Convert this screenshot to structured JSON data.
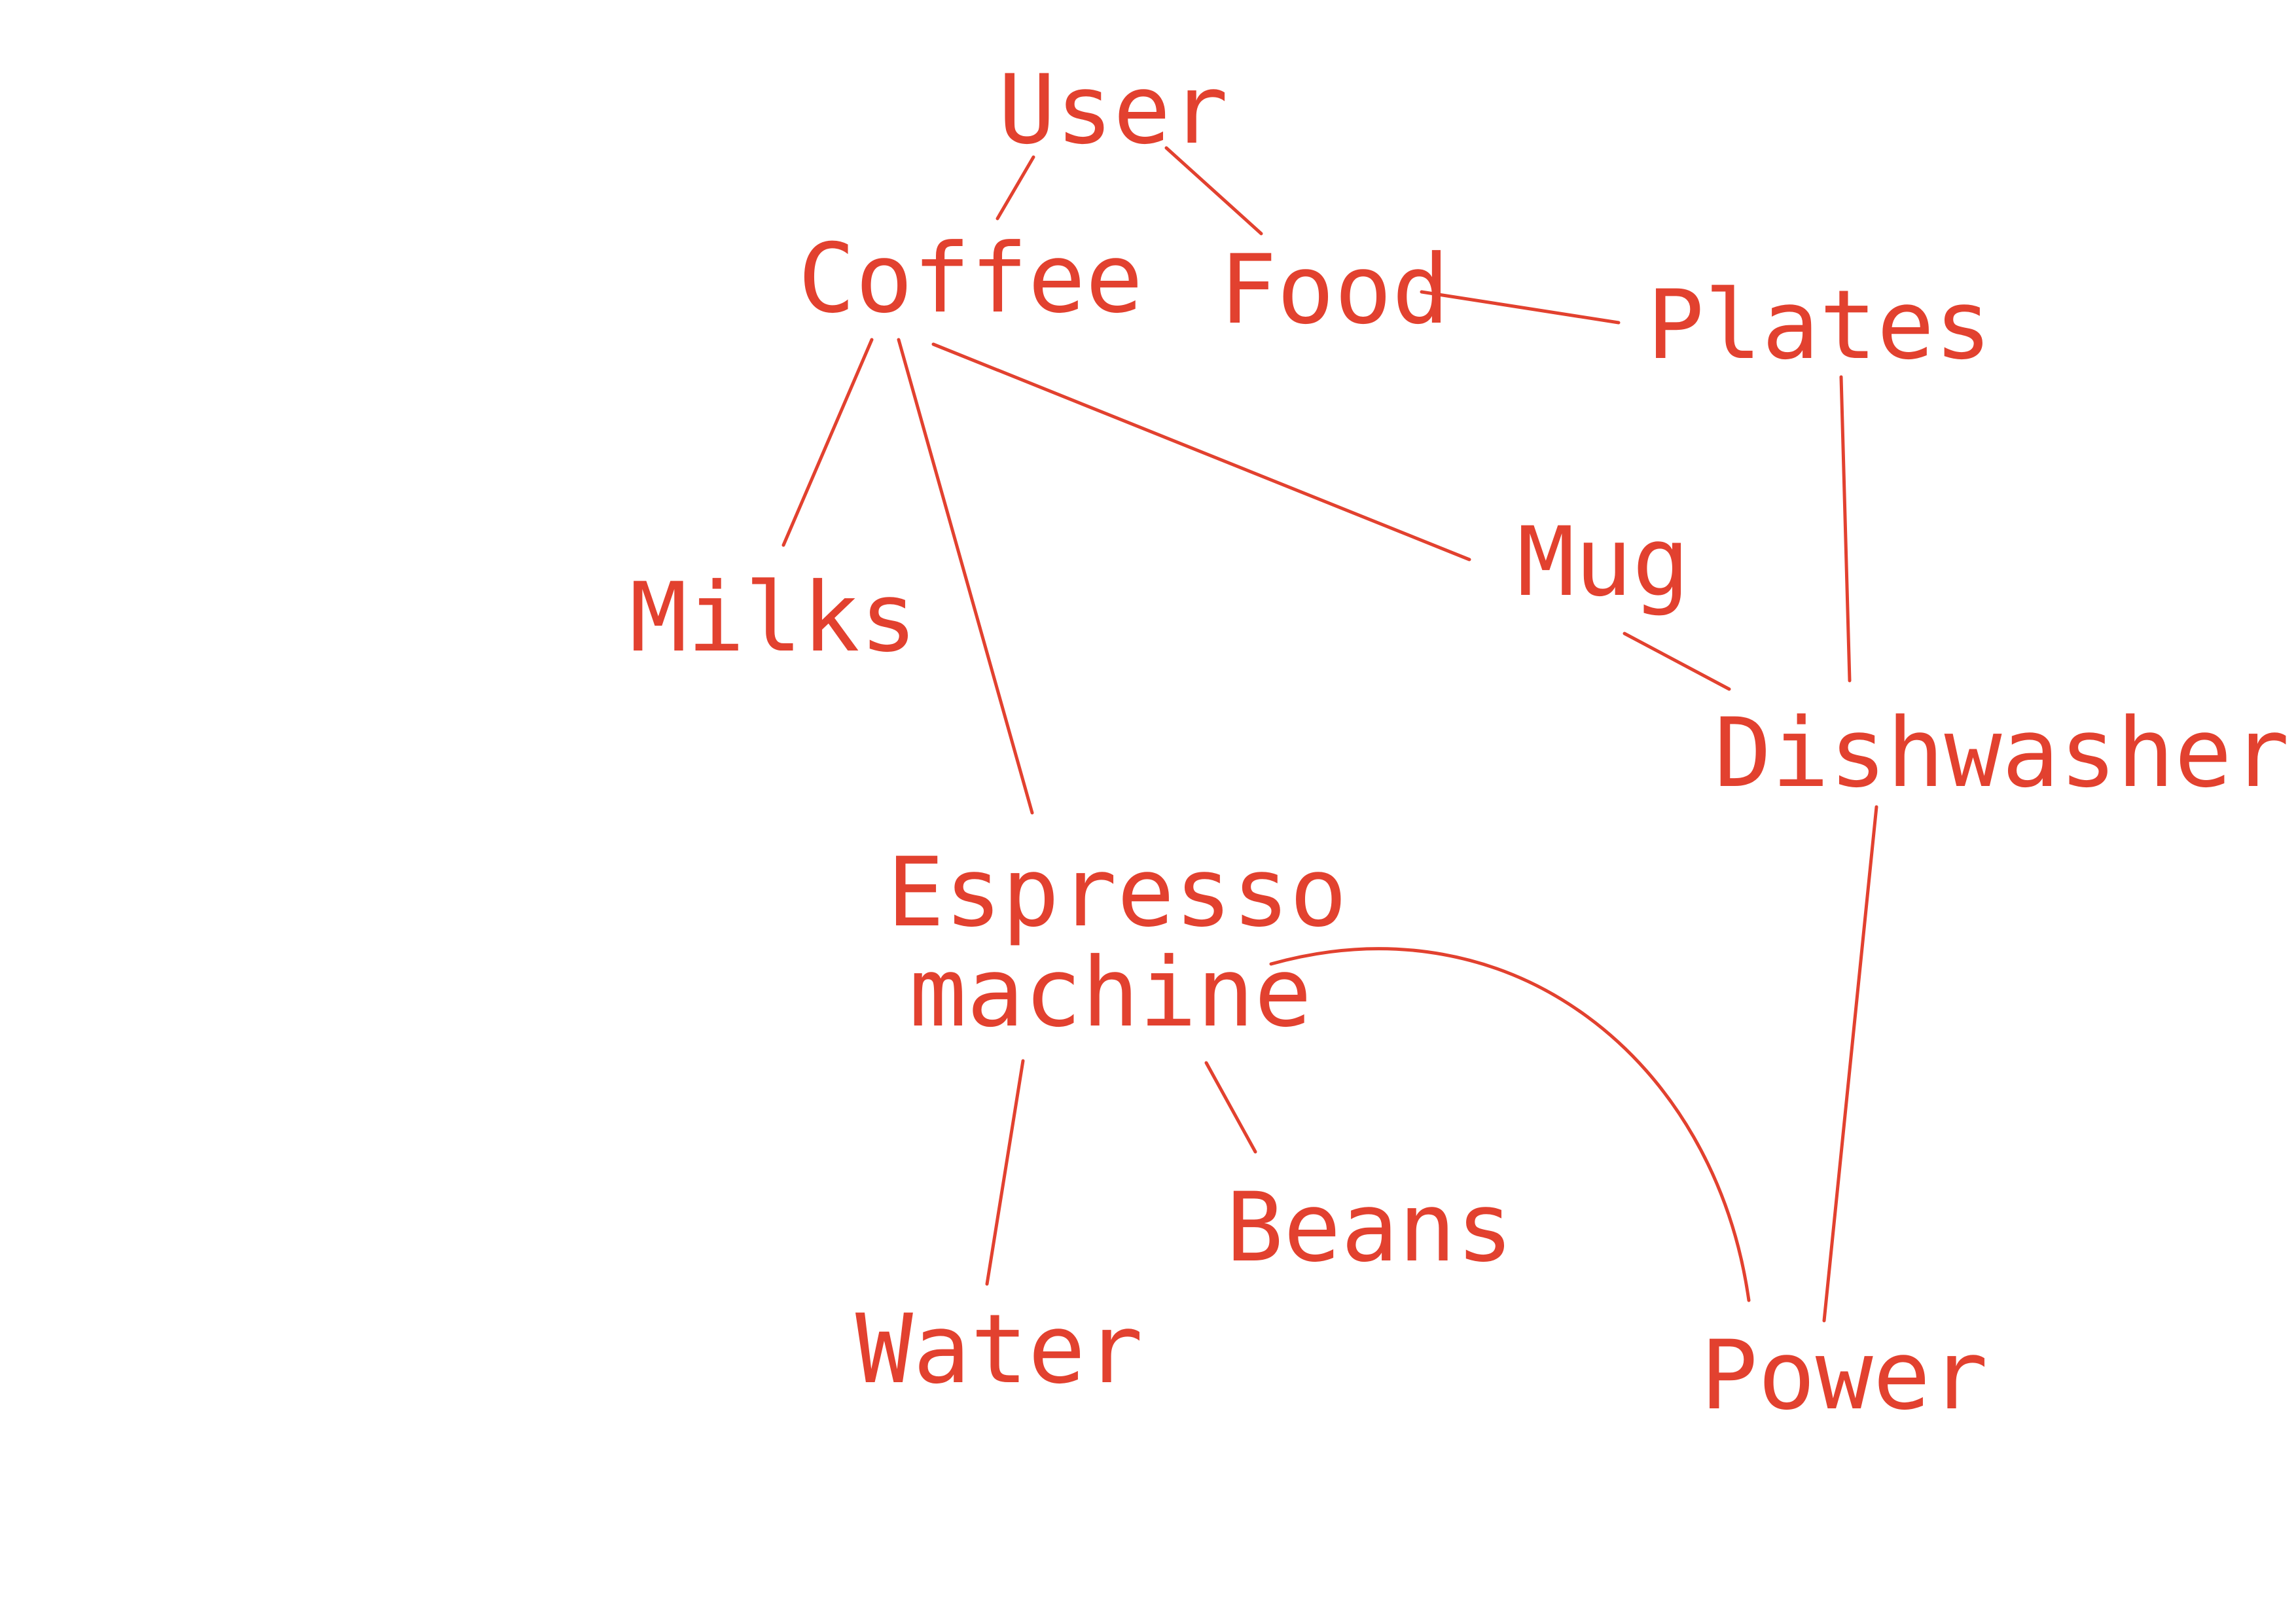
{
  "colors": {
    "ink": "#e2412f",
    "background": "#ffffff"
  },
  "nodes": {
    "user": "User",
    "coffee": "Coffee",
    "food": "Food",
    "plates": "Plates",
    "milks": "Milks",
    "mug": "Mug",
    "dishwasher": "Dishwasher",
    "espresso_line1": "Espresso",
    "espresso_line2": "machine",
    "beans": "Beans",
    "water": "Water",
    "power": "Power"
  },
  "edges": [
    {
      "from": "User",
      "to": "Coffee"
    },
    {
      "from": "User",
      "to": "Food"
    },
    {
      "from": "Food",
      "to": "Plates"
    },
    {
      "from": "Coffee",
      "to": "Milks"
    },
    {
      "from": "Coffee",
      "to": "Espresso machine"
    },
    {
      "from": "Coffee",
      "to": "Mug"
    },
    {
      "from": "Mug",
      "to": "Dishwasher"
    },
    {
      "from": "Plates",
      "to": "Dishwasher"
    },
    {
      "from": "Dishwasher",
      "to": "Power"
    },
    {
      "from": "Espresso machine",
      "to": "Power"
    },
    {
      "from": "Espresso machine",
      "to": "Water"
    },
    {
      "from": "Espresso machine",
      "to": "Beans"
    }
  ]
}
